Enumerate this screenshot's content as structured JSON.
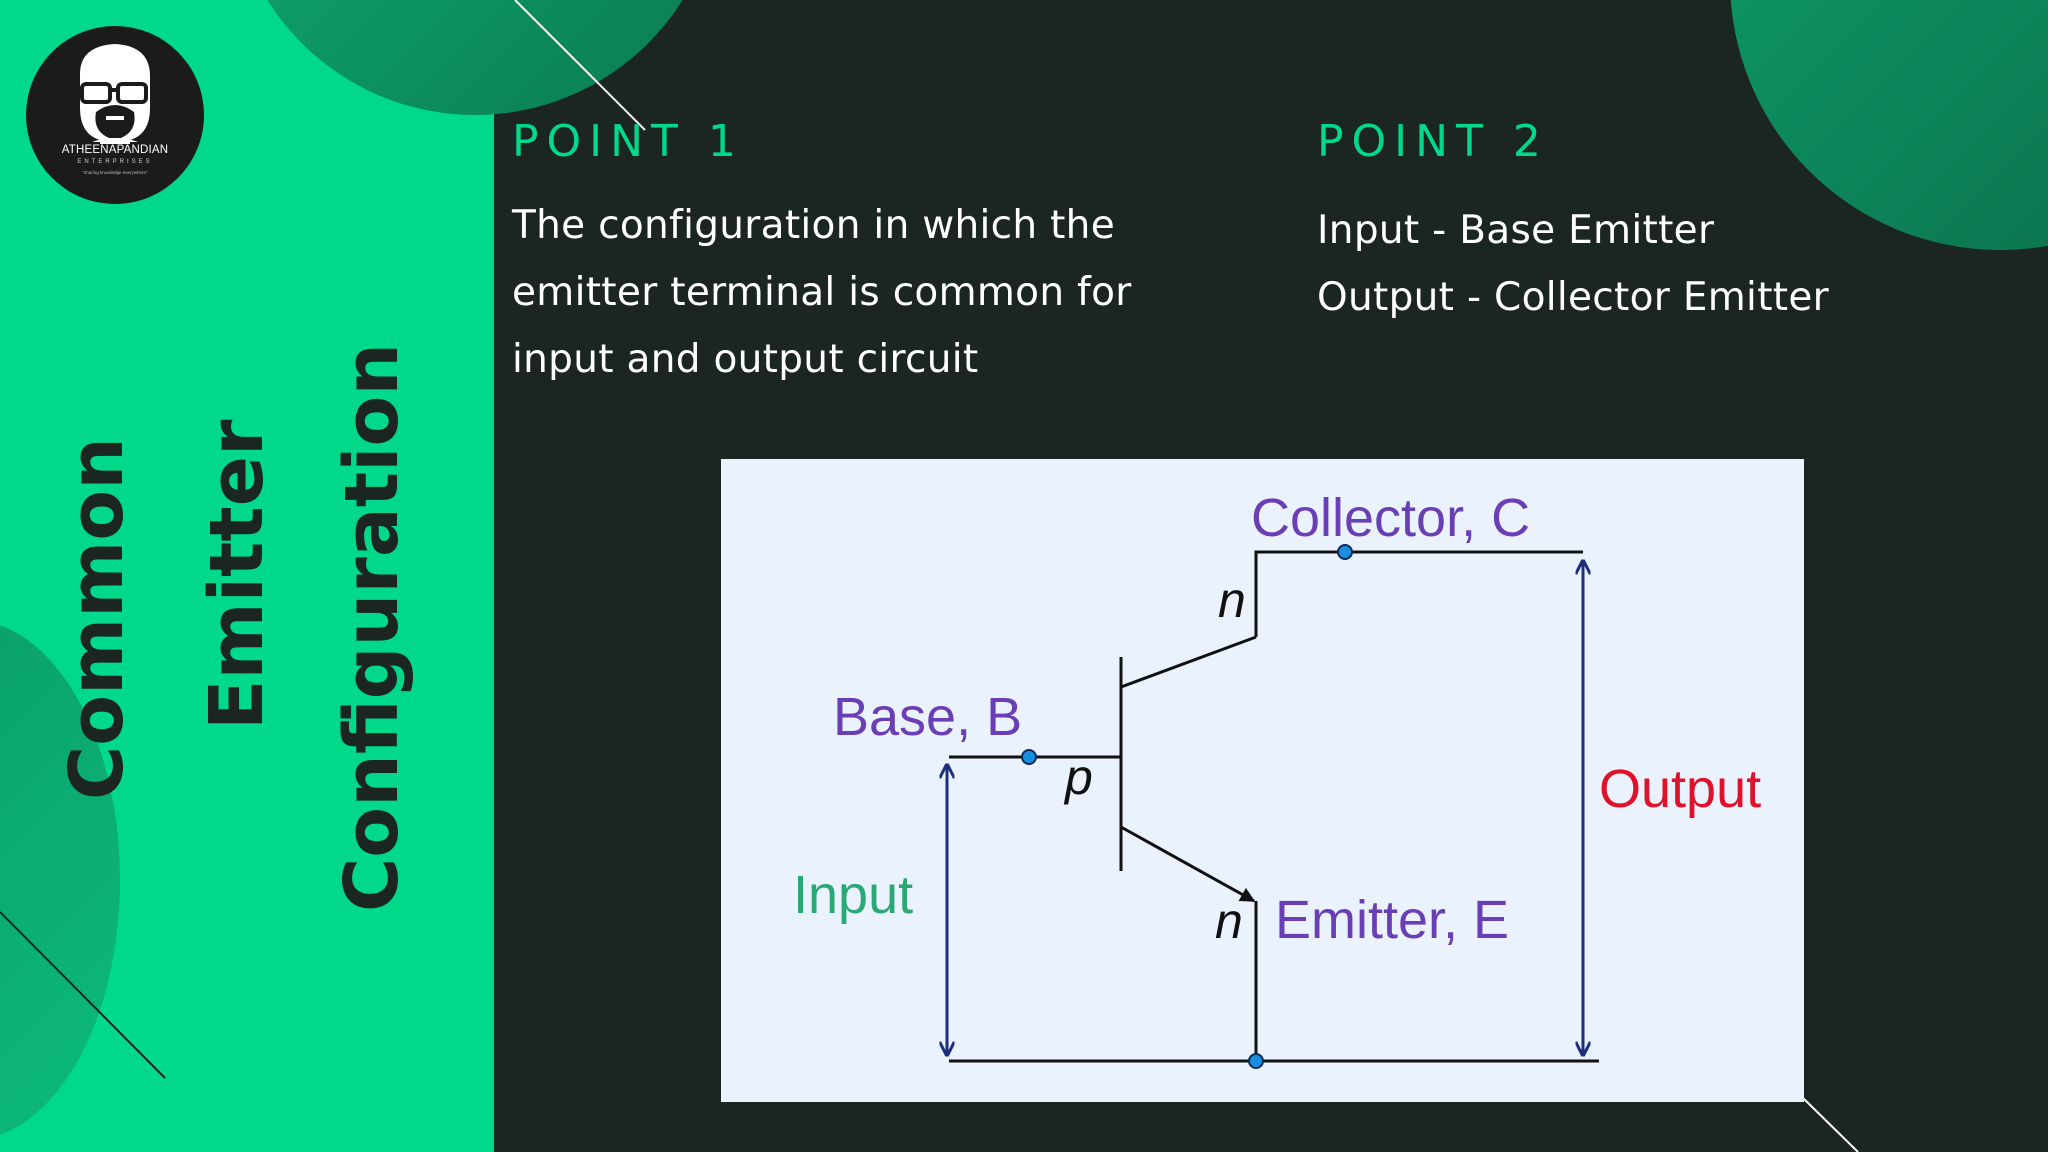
{
  "logo": {
    "brand": "ATHEENAPANDIAN",
    "sub": "ENTERPRISES",
    "tagline": "\"sharing knowledge everywhere\""
  },
  "title": {
    "line1": "Common",
    "line2": "Emitter",
    "line3": "Configuration"
  },
  "point1": {
    "heading": "POINT 1",
    "lines": [
      "The configuration in which the",
      "emitter terminal is common for",
      "input and output circuit"
    ]
  },
  "point2": {
    "heading": "POINT 2",
    "lines": [
      "Input - Base Emitter",
      "Output - Collector Emitter"
    ]
  },
  "diagram": {
    "collector_label": "Collector, C",
    "base_label": "Base, B",
    "emitter_label": "Emitter, E",
    "input_label": "Input",
    "output_label": "Output",
    "n_top": "n",
    "p_mid": "p",
    "n_bottom": "n"
  },
  "colors": {
    "accent": "#00d98b",
    "background": "#1b2522",
    "terminal_label": "#6a3fb5",
    "input_label": "#2aa876",
    "output_label": "#e0112b",
    "arrow": "#1d2f7a"
  }
}
